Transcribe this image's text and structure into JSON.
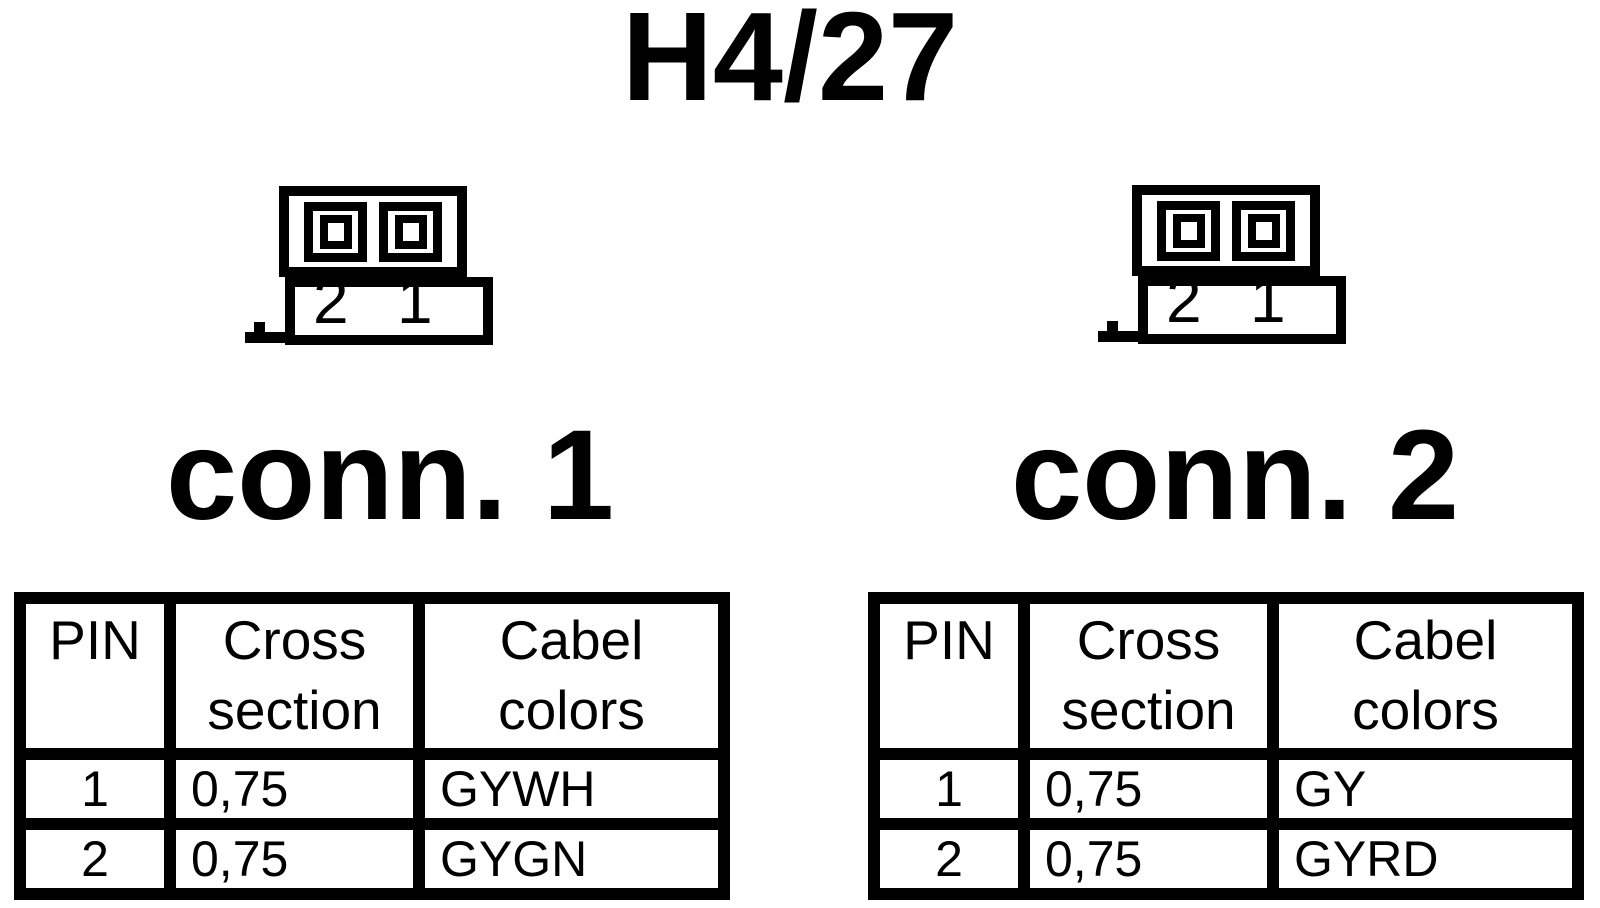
{
  "title": "H4/27",
  "colors": {
    "ink": "#000000",
    "background": "#ffffff"
  },
  "connectors": [
    {
      "name": "conn. 1",
      "drawing": {
        "cavity_numbers": [
          "2",
          "1"
        ]
      },
      "table": {
        "headers": [
          "PIN",
          "Cross section",
          "Cabel colors"
        ],
        "rows": [
          {
            "pin": "1",
            "cross_section": "0,75",
            "cable_color": "GYWH"
          },
          {
            "pin": "2",
            "cross_section": "0,75",
            "cable_color": "GYGN"
          }
        ]
      }
    },
    {
      "name": "conn. 2",
      "drawing": {
        "cavity_numbers": [
          "2",
          "1"
        ]
      },
      "table": {
        "headers": [
          "PIN",
          "Cross section",
          "Cabel colors"
        ],
        "rows": [
          {
            "pin": "1",
            "cross_section": "0,75",
            "cable_color": "GY"
          },
          {
            "pin": "2",
            "cross_section": "0,75",
            "cable_color": "GYRD"
          }
        ]
      }
    }
  ]
}
